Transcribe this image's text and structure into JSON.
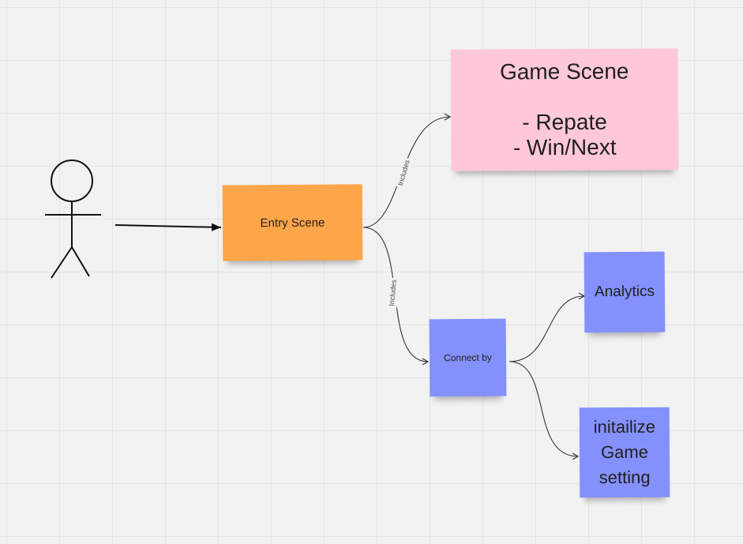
{
  "board": {
    "background": "#f2f2f2",
    "grid_color": "#e4e4e4"
  },
  "actor": {
    "icon": "stick-figure-icon"
  },
  "notes": {
    "entry": {
      "text": "Entry Scene",
      "color": "#ffa54a"
    },
    "game": {
      "text": "Game Scene\n\n- Repate\n- Win/Next",
      "color": "#ffc8d8"
    },
    "connect": {
      "text": "Connect by",
      "color": "#8491fc"
    },
    "analytics": {
      "text": "Analytics",
      "color": "#8491fc"
    },
    "init": {
      "text": "initailize\nGame\nsetting",
      "color": "#8491fc"
    }
  },
  "edges": {
    "entry_to_game": {
      "label": "Includes"
    },
    "entry_to_connect": {
      "label": "Includes"
    }
  }
}
